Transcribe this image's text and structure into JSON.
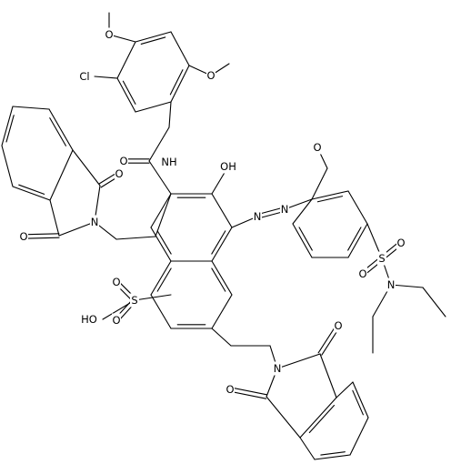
{
  "labels": {
    "cl": "Cl",
    "nh": "NH",
    "oh": "OH",
    "hoso": "HO",
    "o": "O",
    "n": "N",
    "s": "S"
  }
}
